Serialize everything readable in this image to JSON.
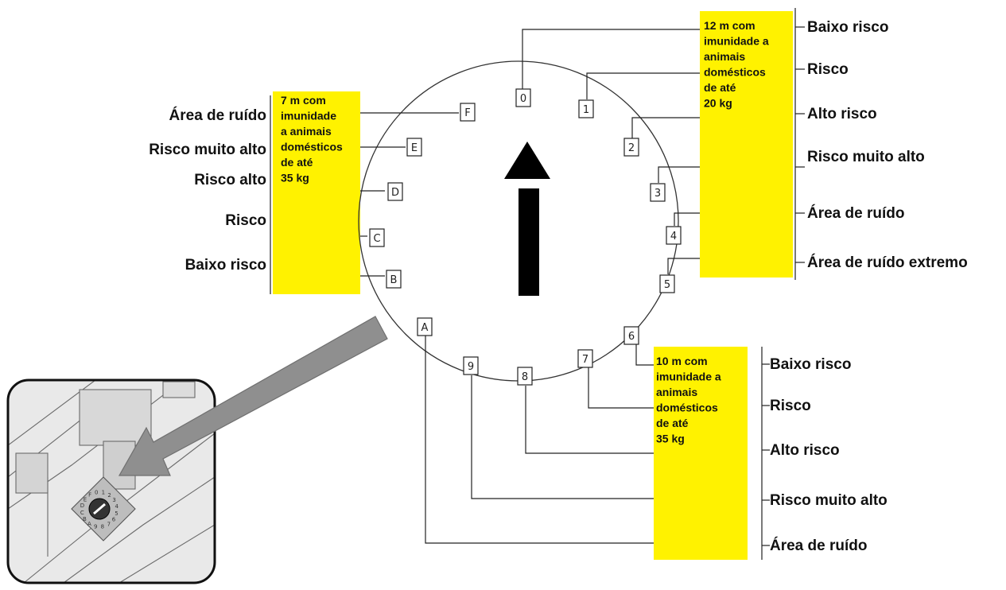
{
  "colors": {
    "highlight": "#fff200",
    "line": "#222222",
    "arrow": "#000000",
    "pointer": "#8f8f8f"
  },
  "dial": {
    "positions": [
      "0",
      "1",
      "2",
      "3",
      "4",
      "5",
      "6",
      "7",
      "8",
      "9",
      "A",
      "B",
      "C",
      "D",
      "E",
      "F"
    ]
  },
  "zones": {
    "top_right": {
      "text": [
        "12  m com",
        "imunidade a",
        "animais",
        "domésticos",
        "de até",
        "20 kg"
      ],
      "labels": [
        "Baixo risco",
        "Risco",
        "Alto risco",
        "Risco muito alto",
        "Área de ruído",
        "Área de ruído extremo"
      ]
    },
    "left": {
      "text": [
        "7 m com",
        "imunidade",
        "a animais",
        "domésticos",
        "de até",
        "35 kg"
      ],
      "labels": [
        "Área de ruído",
        "Risco muito alto",
        "Risco alto",
        "Risco",
        "Baixo risco"
      ]
    },
    "bottom_right": {
      "text": [
        "10 m com",
        "imunidade a",
        "animais",
        "domésticos",
        "de até",
        "35 kg"
      ],
      "labels": [
        "Baixo risco",
        "Risco",
        "Alto risco",
        "Risco muito alto",
        "Área de ruído"
      ]
    }
  },
  "inset": {
    "ring_chars": [
      "0",
      "1",
      "2",
      "3",
      "4",
      "5",
      "6",
      "7",
      "8",
      "9",
      "A",
      "B",
      "C",
      "D",
      "E",
      "F"
    ]
  }
}
